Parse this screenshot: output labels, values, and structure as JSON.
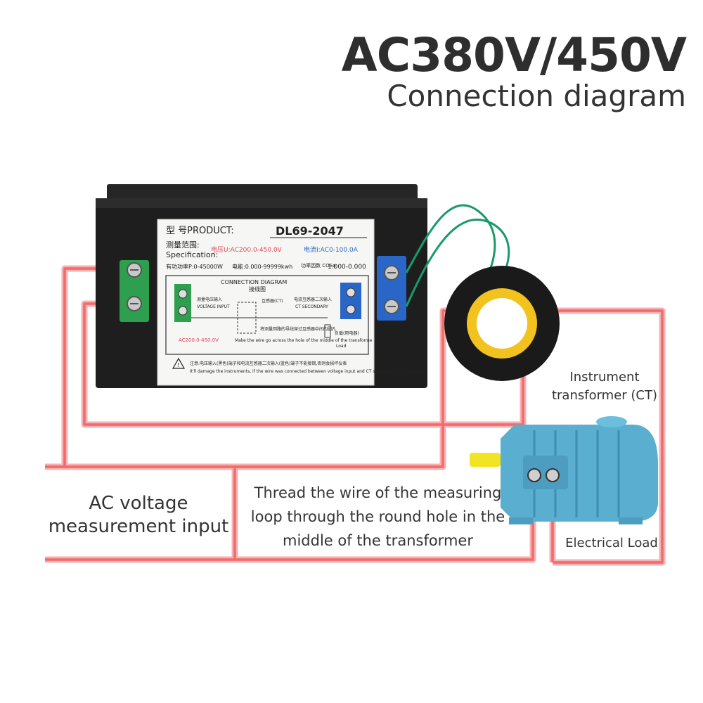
{
  "header": {
    "title": "AC380V/450V",
    "subtitle": "Connection diagram"
  },
  "meter": {
    "model_prefix": "型  号PRODUCT:",
    "model": "DL69-2047",
    "spec_cn": "测量范围:",
    "spec_en": "Specification:",
    "voltage_spec": "电压U:AC200.0-450.0V",
    "current_spec": "电流I:AC0-100.0A",
    "power_spec": "有功功率P:0-45000W",
    "energy_spec": "电能:0.000-99999kwh",
    "pf_label": "功率因数 COSφ",
    "pf_spec": "1.000-0.000",
    "inner_title_en": "CONNECTION DIAGRAM",
    "inner_title_cn": "接线图",
    "ct_label": "互感器(CT)",
    "voltage_input_cn": "测量电压输入",
    "voltage_input_en": "VOLTAGE INPUT",
    "ct_secondary_cn": "电流互感器二次输入",
    "ct_secondary_en": "CT SECONDARY",
    "thread_cn": "将测量回路的导线穿过互感器中间的圆孔",
    "thread_en": "Make the wire go across the hole of the middle of the transforme",
    "load_cn": "负载(用电器)",
    "load_en": "Load",
    "range_label": "AC200.0-450.0V",
    "warning_cn": "注意:电压输入(黑色)端子和电流互感器二次输入(蓝色)端子不能接错,否则会损坏仪表",
    "warning_en": "It'll damage the instruments, if the wire was connected between voltage input and CT secondary in wrong way"
  },
  "labels": {
    "ac_input": "AC voltage measurement input",
    "thread_instruction": "Thread the wire of the measuring loop through the round hole in the middle of the transformer",
    "ct": "Instrument transformer (CT)",
    "load": "Electrical Load"
  },
  "colors": {
    "wire": "#f06b6b",
    "wire_glow": "#f8b0b0",
    "meter_body": "#1e1e1e",
    "terminal_green": "#2e9e4f",
    "terminal_blue": "#2a66c7",
    "ct_ring": "#1a1a1a",
    "ct_core": "#f2c21e",
    "ct_lead": "#1a9a6a",
    "motor": "#5aaecf",
    "motor_shaft": "#f2e323"
  },
  "icons": [
    "screw-terminal-icon",
    "warning-triangle-icon",
    "resistor-symbol-icon",
    "ct-symbol-icon"
  ]
}
